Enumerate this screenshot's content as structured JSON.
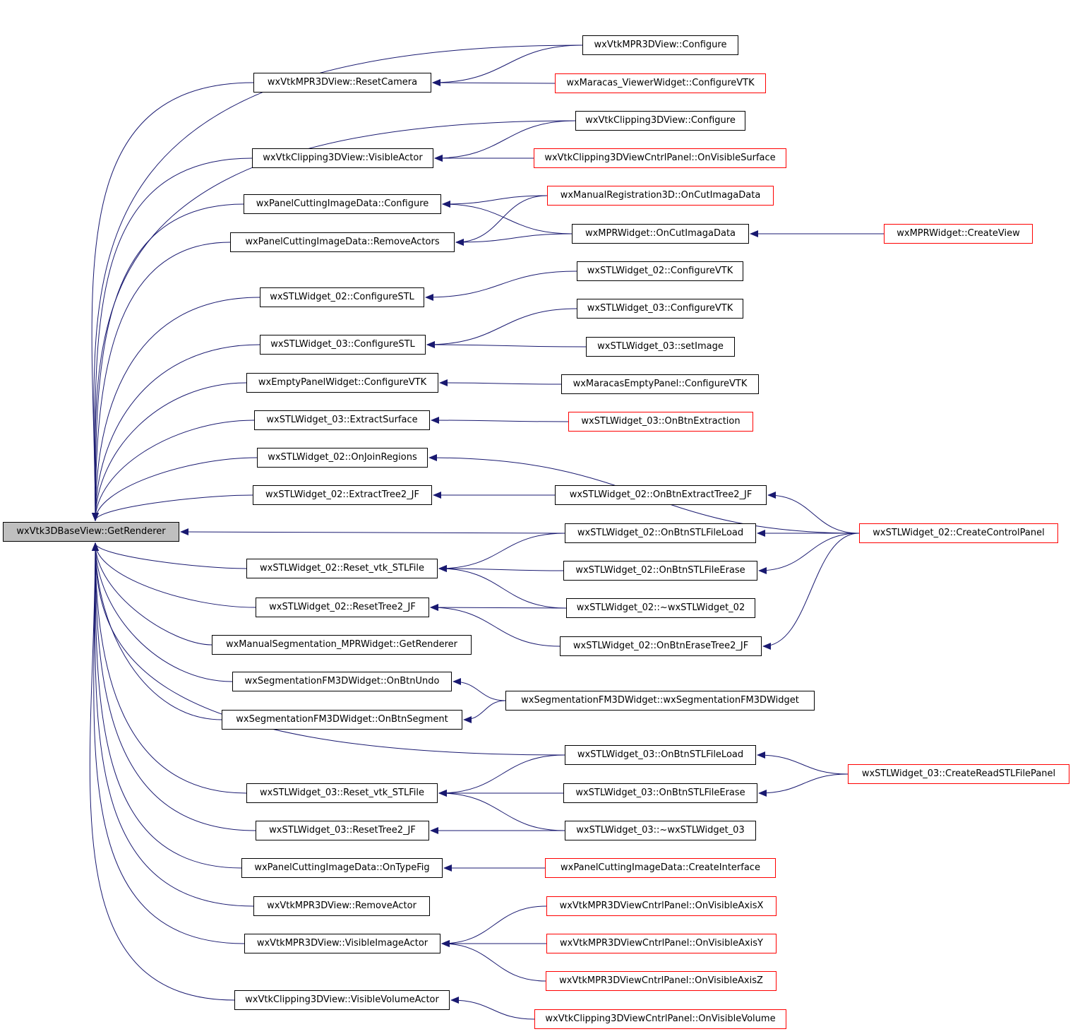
{
  "graph": {
    "root": "n_root",
    "colors": {
      "edge": "#191970",
      "node_border": "#000000",
      "truncated_border": "#ff0000",
      "root_fill": "#bfbfbf"
    },
    "nodes": [
      {
        "id": "n_root",
        "label": "wxVtk3DBaseView::GetRenderer",
        "kind": "root"
      },
      {
        "id": "n1",
        "label": "wxVtkMPR3DView::ResetCamera",
        "kind": "normal"
      },
      {
        "id": "n2",
        "label": "wxVtkClipping3DView::VisibleActor",
        "kind": "normal"
      },
      {
        "id": "n3",
        "label": "wxPanelCuttingImageData::Configure",
        "kind": "normal"
      },
      {
        "id": "n4",
        "label": "wxPanelCuttingImageData::RemoveActors",
        "kind": "normal"
      },
      {
        "id": "n5",
        "label": "wxSTLWidget_02::ConfigureSTL",
        "kind": "normal"
      },
      {
        "id": "n6",
        "label": "wxSTLWidget_03::ConfigureSTL",
        "kind": "normal"
      },
      {
        "id": "n7",
        "label": "wxEmptyPanelWidget::ConfigureVTK",
        "kind": "normal"
      },
      {
        "id": "n8",
        "label": "wxSTLWidget_03::ExtractSurface",
        "kind": "normal"
      },
      {
        "id": "n9",
        "label": "wxSTLWidget_02::OnJoinRegions",
        "kind": "normal"
      },
      {
        "id": "n10",
        "label": "wxSTLWidget_02::ExtractTree2_JF",
        "kind": "normal"
      },
      {
        "id": "n11",
        "label": "wxSTLWidget_02::Reset_vtk_STLFile",
        "kind": "normal"
      },
      {
        "id": "n12",
        "label": "wxSTLWidget_02::ResetTree2_JF",
        "kind": "normal"
      },
      {
        "id": "n13",
        "label": "wxManualSegmentation_MPRWidget::GetRenderer",
        "kind": "normal"
      },
      {
        "id": "n14",
        "label": "wxSegmentationFM3DWidget::OnBtnUndo",
        "kind": "normal"
      },
      {
        "id": "n15",
        "label": "wxSegmentationFM3DWidget::OnBtnSegment",
        "kind": "normal"
      },
      {
        "id": "n16",
        "label": "wxSTLWidget_03::Reset_vtk_STLFile",
        "kind": "normal"
      },
      {
        "id": "n17",
        "label": "wxSTLWidget_03::ResetTree2_JF",
        "kind": "normal"
      },
      {
        "id": "n18",
        "label": "wxPanelCuttingImageData::OnTypeFig",
        "kind": "normal"
      },
      {
        "id": "n19",
        "label": "wxVtkMPR3DView::RemoveActor",
        "kind": "normal"
      },
      {
        "id": "n20",
        "label": "wxVtkMPR3DView::VisibleImageActor",
        "kind": "normal"
      },
      {
        "id": "n21",
        "label": "wxVtkClipping3DView::VisibleVolumeActor",
        "kind": "normal"
      },
      {
        "id": "m1",
        "label": "wxVtkMPR3DView::Configure",
        "kind": "normal"
      },
      {
        "id": "m2",
        "label": "wxMaracas_ViewerWidget::ConfigureVTK",
        "kind": "truncated"
      },
      {
        "id": "m3",
        "label": "wxVtkClipping3DView::Configure",
        "kind": "normal"
      },
      {
        "id": "m4",
        "label": "wxVtkClipping3DViewCntrlPanel::OnVisibleSurface",
        "kind": "truncated"
      },
      {
        "id": "m5",
        "label": "wxManualRegistration3D::OnCutImagaData",
        "kind": "truncated"
      },
      {
        "id": "m6",
        "label": "wxMPRWidget::OnCutImagaData",
        "kind": "normal"
      },
      {
        "id": "m7",
        "label": "wxSTLWidget_02::ConfigureVTK",
        "kind": "normal"
      },
      {
        "id": "m8",
        "label": "wxSTLWidget_03::ConfigureVTK",
        "kind": "normal"
      },
      {
        "id": "m9",
        "label": "wxSTLWidget_03::setImage",
        "kind": "normal"
      },
      {
        "id": "m10",
        "label": "wxMaracasEmptyPanel::ConfigureVTK",
        "kind": "normal"
      },
      {
        "id": "m11",
        "label": "wxSTLWidget_03::OnBtnExtraction",
        "kind": "truncated"
      },
      {
        "id": "m12",
        "label": "wxSTLWidget_02::OnBtnExtractTree2_JF",
        "kind": "normal"
      },
      {
        "id": "m13",
        "label": "wxSTLWidget_02::OnBtnSTLFileLoad",
        "kind": "normal"
      },
      {
        "id": "m14",
        "label": "wxSTLWidget_02::OnBtnSTLFileErase",
        "kind": "normal"
      },
      {
        "id": "m15",
        "label": "wxSTLWidget_02::~wxSTLWidget_02",
        "kind": "normal"
      },
      {
        "id": "m16",
        "label": "wxSTLWidget_02::OnBtnEraseTree2_JF",
        "kind": "normal"
      },
      {
        "id": "m17",
        "label": "wxSegmentationFM3DWidget::wxSegmentationFM3DWidget",
        "kind": "normal"
      },
      {
        "id": "m18",
        "label": "wxSTLWidget_03::OnBtnSTLFileLoad",
        "kind": "normal"
      },
      {
        "id": "m19",
        "label": "wxSTLWidget_03::OnBtnSTLFileErase",
        "kind": "normal"
      },
      {
        "id": "m20",
        "label": "wxSTLWidget_03::~wxSTLWidget_03",
        "kind": "normal"
      },
      {
        "id": "m21",
        "label": "wxPanelCuttingImageData::CreateInterface",
        "kind": "truncated"
      },
      {
        "id": "m22",
        "label": "wxVtkMPR3DViewCntrlPanel::OnVisibleAxisX",
        "kind": "truncated"
      },
      {
        "id": "m23",
        "label": "wxVtkMPR3DViewCntrlPanel::OnVisibleAxisY",
        "kind": "truncated"
      },
      {
        "id": "m24",
        "label": "wxVtkMPR3DViewCntrlPanel::OnVisibleAxisZ",
        "kind": "truncated"
      },
      {
        "id": "m25",
        "label": "wxVtkClipping3DViewCntrlPanel::OnVisibleVolume",
        "kind": "truncated"
      },
      {
        "id": "r1",
        "label": "wxMPRWidget::CreateView",
        "kind": "truncated"
      },
      {
        "id": "r2",
        "label": "wxSTLWidget_02::CreateControlPanel",
        "kind": "truncated"
      },
      {
        "id": "r3",
        "label": "wxSTLWidget_03::CreateReadSTLFilePanel",
        "kind": "truncated"
      }
    ],
    "edges": [
      {
        "from": "m1",
        "to": "n_root"
      },
      {
        "from": "m3",
        "to": "n_root"
      },
      {
        "from": "m13",
        "to": "n_root"
      },
      {
        "from": "m18",
        "to": "n_root"
      },
      {
        "from": "n1",
        "to": "n_root"
      },
      {
        "from": "n2",
        "to": "n_root"
      },
      {
        "from": "n3",
        "to": "n_root"
      },
      {
        "from": "n4",
        "to": "n_root"
      },
      {
        "from": "n5",
        "to": "n_root"
      },
      {
        "from": "n6",
        "to": "n_root"
      },
      {
        "from": "n7",
        "to": "n_root"
      },
      {
        "from": "n8",
        "to": "n_root"
      },
      {
        "from": "n9",
        "to": "n_root"
      },
      {
        "from": "n10",
        "to": "n_root"
      },
      {
        "from": "n11",
        "to": "n_root"
      },
      {
        "from": "n12",
        "to": "n_root"
      },
      {
        "from": "n13",
        "to": "n_root"
      },
      {
        "from": "n14",
        "to": "n_root"
      },
      {
        "from": "n15",
        "to": "n_root"
      },
      {
        "from": "n16",
        "to": "n_root"
      },
      {
        "from": "n17",
        "to": "n_root"
      },
      {
        "from": "n18",
        "to": "n_root"
      },
      {
        "from": "n19",
        "to": "n_root"
      },
      {
        "from": "n20",
        "to": "n_root"
      },
      {
        "from": "n21",
        "to": "n_root"
      },
      {
        "from": "m1",
        "to": "n1"
      },
      {
        "from": "m2",
        "to": "n1"
      },
      {
        "from": "m3",
        "to": "n2"
      },
      {
        "from": "m4",
        "to": "n2"
      },
      {
        "from": "m5",
        "to": "n3"
      },
      {
        "from": "m6",
        "to": "n3"
      },
      {
        "from": "m5",
        "to": "n4"
      },
      {
        "from": "m6",
        "to": "n4"
      },
      {
        "from": "r1",
        "to": "m6"
      },
      {
        "from": "m7",
        "to": "n5"
      },
      {
        "from": "m8",
        "to": "n6"
      },
      {
        "from": "m9",
        "to": "n6"
      },
      {
        "from": "m10",
        "to": "n7"
      },
      {
        "from": "m11",
        "to": "n8"
      },
      {
        "from": "r2",
        "to": "n9"
      },
      {
        "from": "m12",
        "to": "n10"
      },
      {
        "from": "m13",
        "to": "n11"
      },
      {
        "from": "m14",
        "to": "n11"
      },
      {
        "from": "m15",
        "to": "n11"
      },
      {
        "from": "m15",
        "to": "n12"
      },
      {
        "from": "m16",
        "to": "n12"
      },
      {
        "from": "r2",
        "to": "m12"
      },
      {
        "from": "r2",
        "to": "m13"
      },
      {
        "from": "r2",
        "to": "m14"
      },
      {
        "from": "r2",
        "to": "m16"
      },
      {
        "from": "m17",
        "to": "n14"
      },
      {
        "from": "m17",
        "to": "n15"
      },
      {
        "from": "m18",
        "to": "n16"
      },
      {
        "from": "m19",
        "to": "n16"
      },
      {
        "from": "m20",
        "to": "n16"
      },
      {
        "from": "m20",
        "to": "n17"
      },
      {
        "from": "r3",
        "to": "m18"
      },
      {
        "from": "r3",
        "to": "m19"
      },
      {
        "from": "m21",
        "to": "n18"
      },
      {
        "from": "m22",
        "to": "n20"
      },
      {
        "from": "m23",
        "to": "n20"
      },
      {
        "from": "m24",
        "to": "n20"
      },
      {
        "from": "m25",
        "to": "n21"
      }
    ]
  }
}
